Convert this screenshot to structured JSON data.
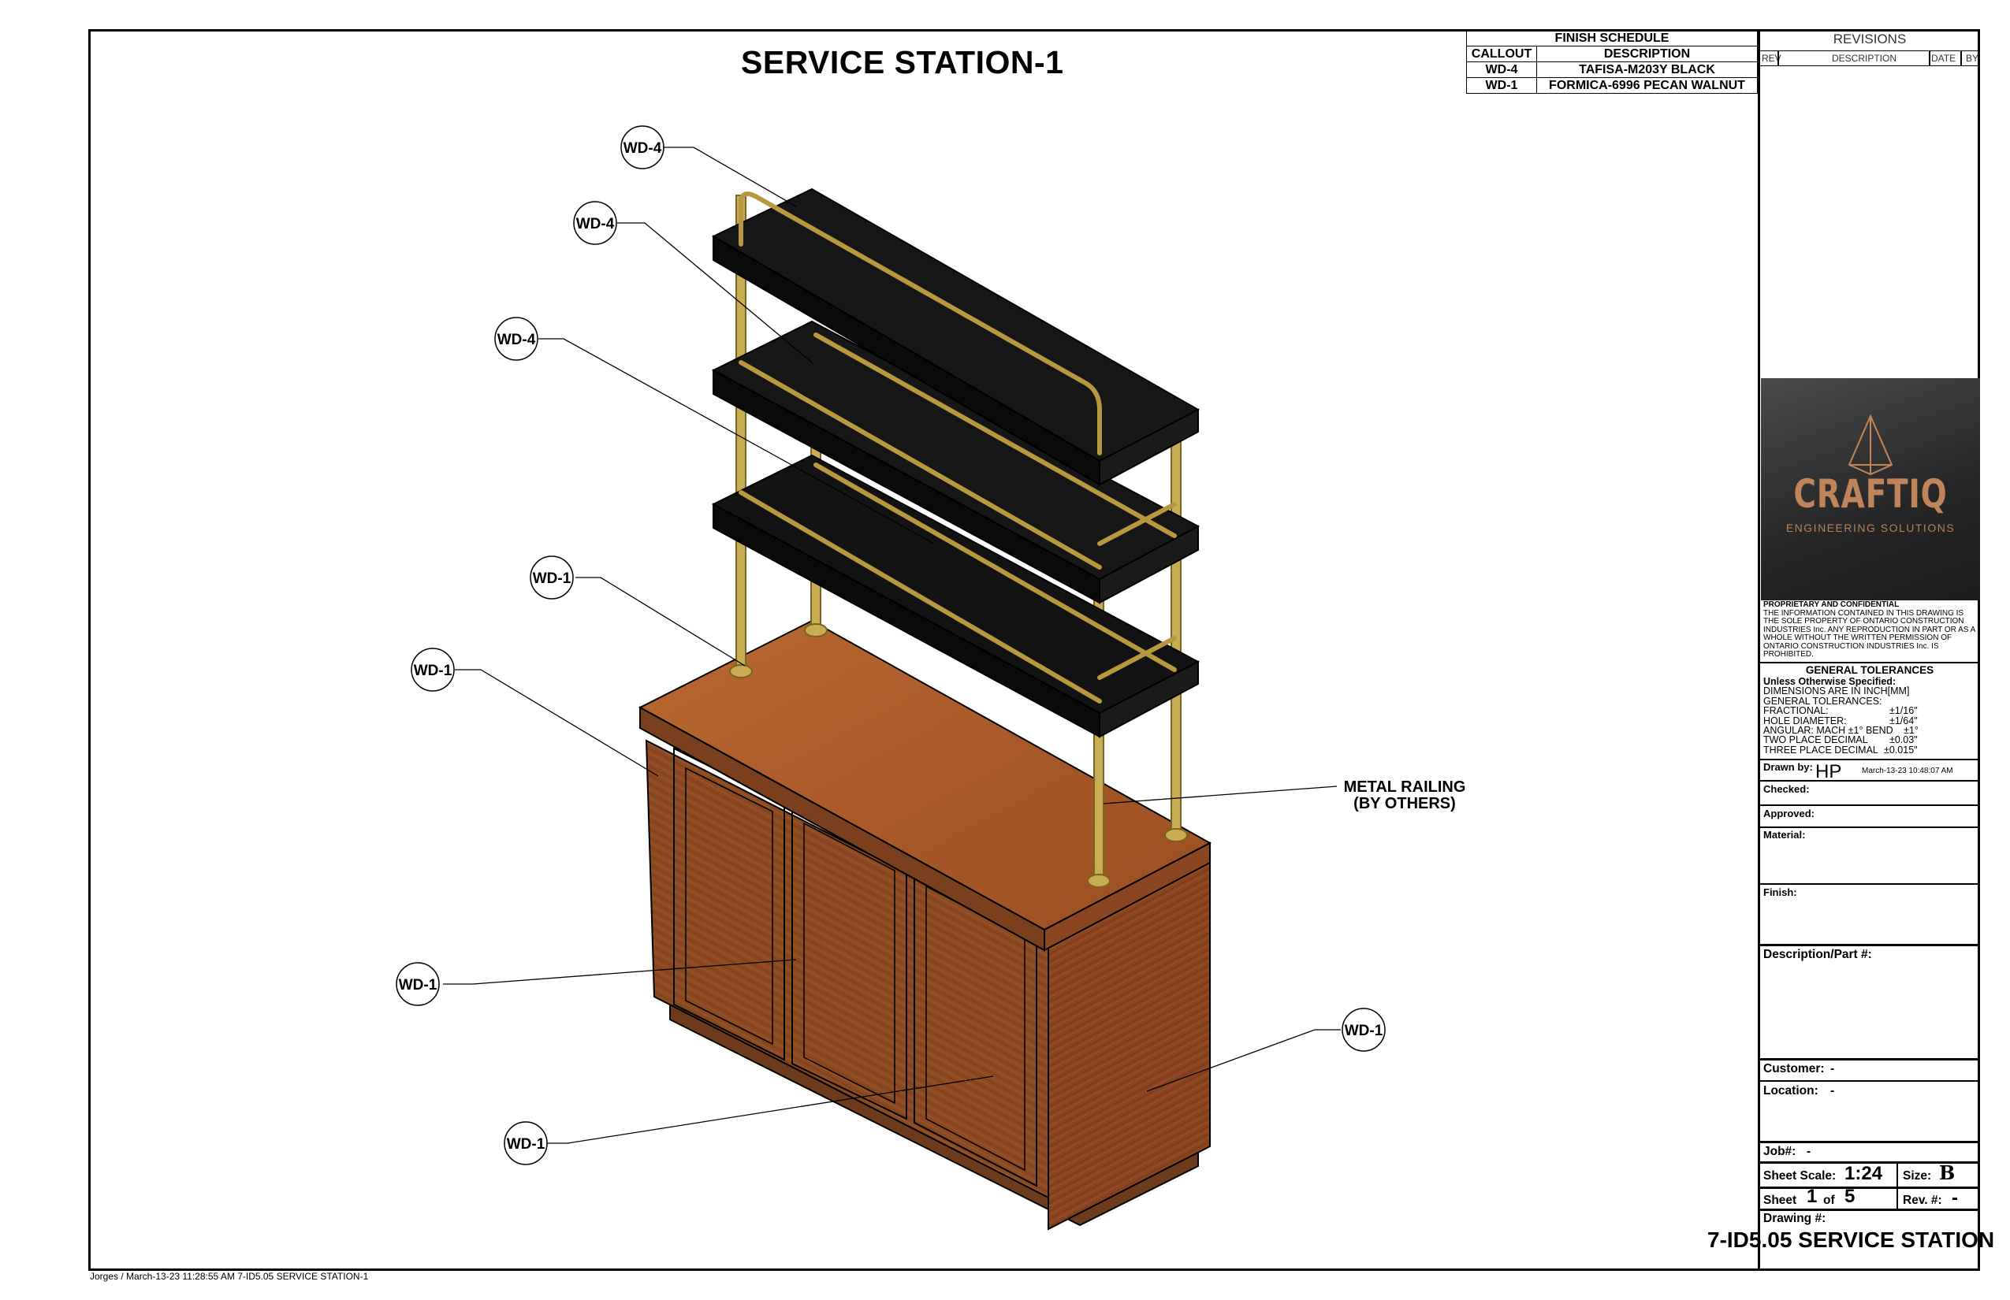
{
  "title": "SERVICE STATION-1",
  "finish_schedule": {
    "heading": "FINISH SCHEDULE",
    "col_callout": "CALLOUT",
    "col_description": "DESCRIPTION",
    "rows": [
      {
        "callout": "WD-4",
        "description": "TAFISA-M203Y BLACK"
      },
      {
        "callout": "WD-1",
        "description": "FORMICA-6996 PECAN WALNUT"
      }
    ]
  },
  "revisions": {
    "title": "REVISIONS",
    "col_rev": "REV",
    "col_description": "DESCRIPTION",
    "col_date": "DATE",
    "col_by": "BY"
  },
  "logo": {
    "name": "CRAFTIQ",
    "tagline": "ENGINEERING SOLUTIONS"
  },
  "proprietary": {
    "heading": "PROPRIETARY AND CONFIDENTIAL",
    "body": "THE INFORMATION CONTAINED IN THIS DRAWING IS THE SOLE PROPERTY OF ONTARIO CONSTRUCTION INDUSTRIES Inc. ANY REPRODUCTION IN PART OR AS A WHOLE WITHOUT THE WRITTEN PERMISSION OF ONTARIO CONSTRUCTION INDUSTRIES Inc. IS PROHIBITED."
  },
  "tolerances": {
    "title": "GENERAL TOLERANCES",
    "subtitle": "Unless Otherwise Specified:",
    "lines": [
      {
        "label": "DIMENSIONS ARE IN INCH[MM]",
        "value": ""
      },
      {
        "label": "GENERAL TOLERANCES:",
        "value": ""
      },
      {
        "label": "FRACTIONAL:",
        "value": "±1/16\""
      },
      {
        "label": "HOLE DIAMETER:",
        "value": "±1/64\""
      },
      {
        "label": "ANGULAR: MACH ±1° BEND",
        "value": "±1°"
      },
      {
        "label": "TWO PLACE DECIMAL",
        "value": "±0.03\""
      },
      {
        "label": "THREE PLACE DECIMAL",
        "value": "±0.015\""
      }
    ]
  },
  "title_block": {
    "drawn_by_label": "Drawn by:",
    "drawn_by": "HP",
    "drawn_date": "March-13-23 10:48:07 AM",
    "checked_label": "Checked:",
    "approved_label": "Approved:",
    "material_label": "Material:",
    "finish_label": "Finish:",
    "description_label": "Description/Part #:",
    "customer_label": "Customer:",
    "customer": "-",
    "location_label": "Location:",
    "location": "-",
    "job_label": "Job#:",
    "job": "-",
    "scale_label": "Sheet Scale:",
    "scale": "1:24",
    "size_label": "Size:",
    "size": "B",
    "sheet_label": "Sheet",
    "sheet": "1",
    "of_label": "of",
    "sheet_total": "5",
    "rev_label": "Rev. #:",
    "rev": "-",
    "drawing_label": "Drawing #:",
    "drawing_number": "7-ID5.05 SERVICE STATION"
  },
  "callouts": {
    "wd4_a": "WD-4",
    "wd4_b": "WD-4",
    "wd4_c": "WD-4",
    "wd1_a": "WD-1",
    "wd1_b": "WD-1",
    "wd1_c": "WD-1",
    "wd1_d": "WD-1",
    "wd1_e": "WD-1",
    "railing_line1": "METAL RAILING",
    "railing_line2": "(BY OTHERS)"
  },
  "footer": "Jorges / March-13-23 11:28:55 AM  7-ID5.05 SERVICE STATION-1"
}
